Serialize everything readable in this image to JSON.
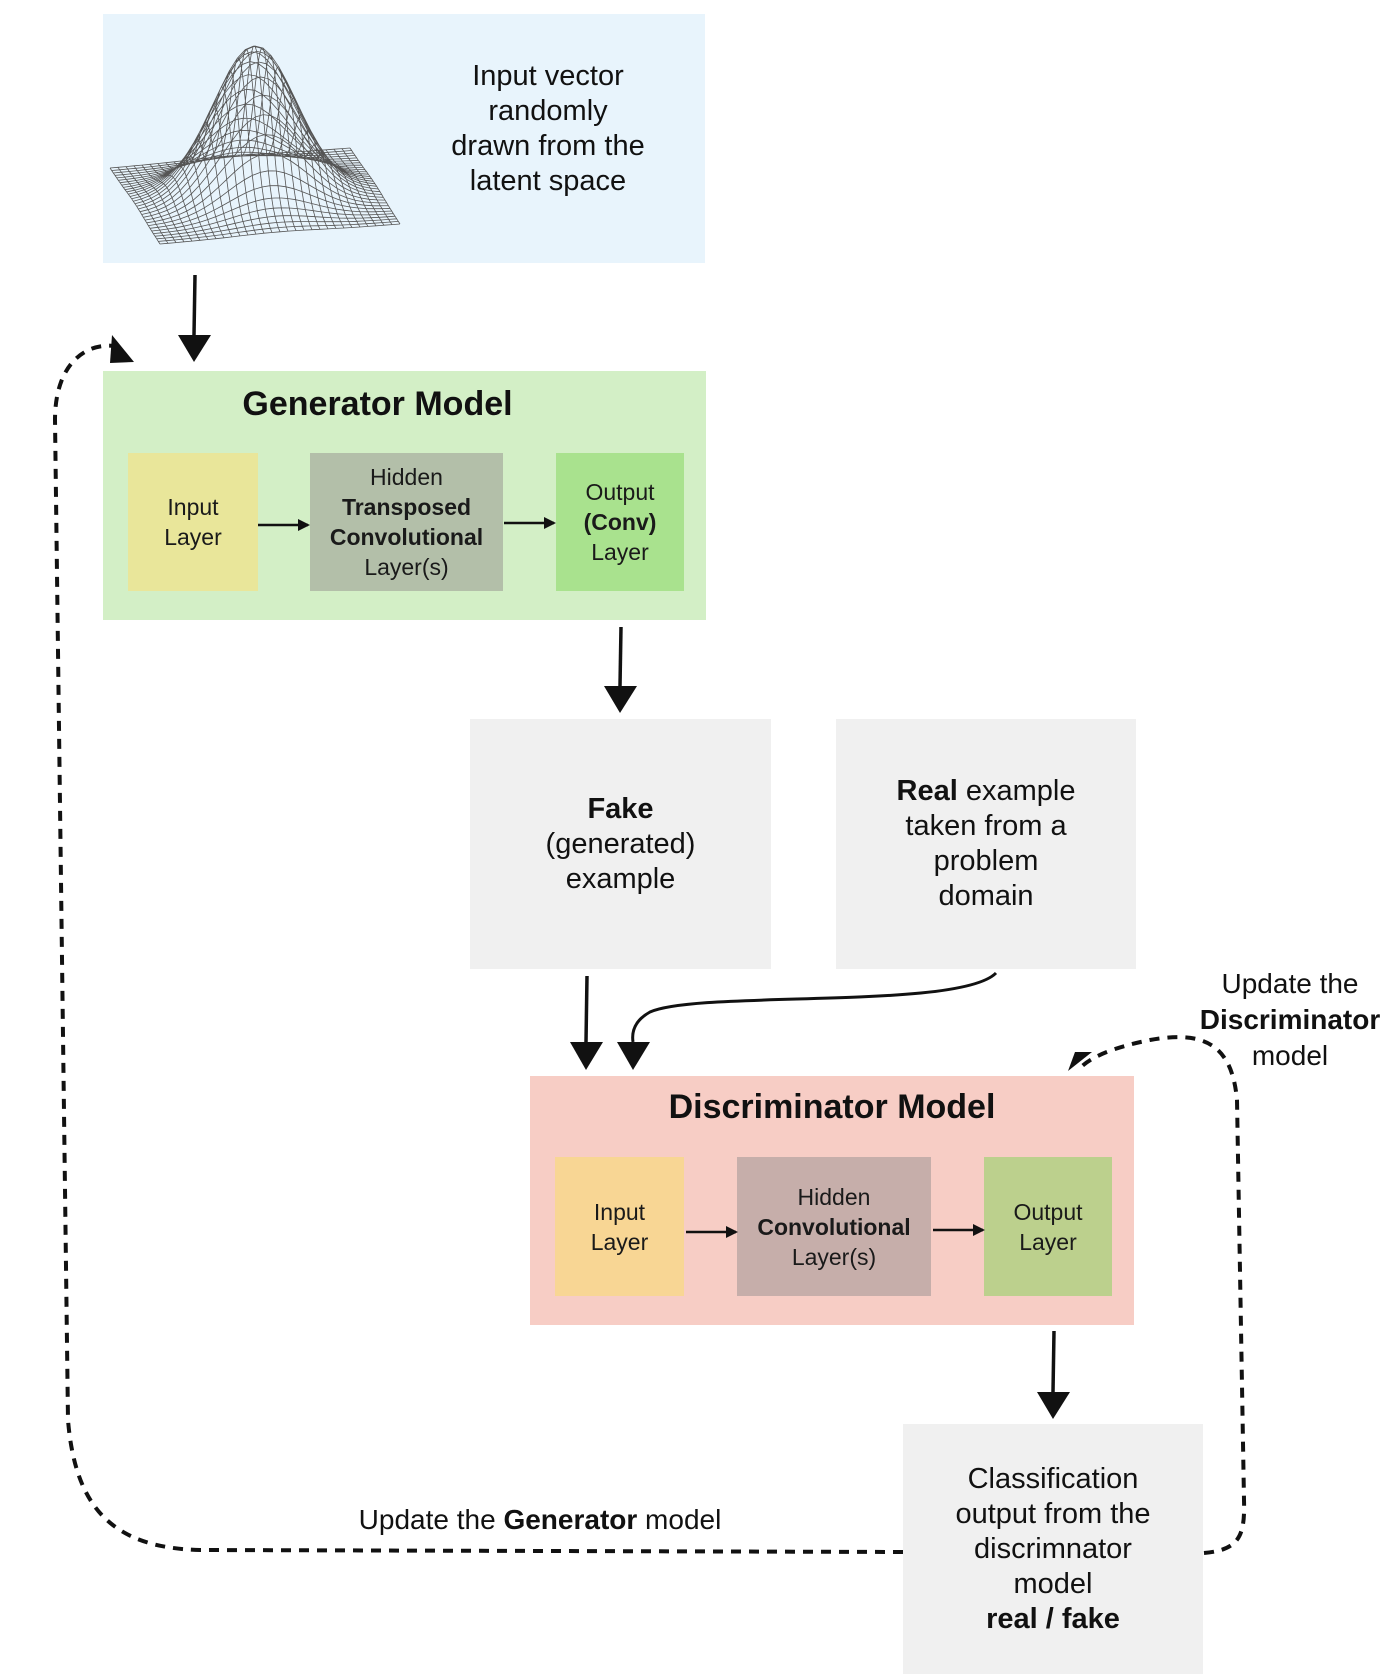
{
  "latent": {
    "line1": "Input vector",
    "line2": "randomly",
    "line3": "drawn from the",
    "line4": "latent space"
  },
  "generator": {
    "title": "Generator Model",
    "input_layer": {
      "line1": "Input",
      "line2": "Layer"
    },
    "hidden_layer": {
      "line1": "Hidden",
      "line2": "Transposed",
      "line3": "Convolutional",
      "line4": "Layer(s)"
    },
    "output_layer": {
      "line1": "Output",
      "line2": "(Conv)",
      "line3": "Layer"
    }
  },
  "fake_example": {
    "line1": "Fake",
    "line2": "(generated)",
    "line3": "example"
  },
  "real_example": {
    "bold": "Real",
    "line1_rest": " example",
    "line2": "taken from a",
    "line3": "problem",
    "line4": "domain"
  },
  "discriminator": {
    "title": "Discriminator Model",
    "input_layer": {
      "line1": "Input",
      "line2": "Layer"
    },
    "hidden_layer": {
      "line1": "Hidden",
      "line2": "Convolutional",
      "line3": "Layer(s)"
    },
    "output_layer": {
      "line1": "Output",
      "line2": "Layer"
    }
  },
  "classification": {
    "line1": "Classification",
    "line2": "output from the",
    "line3": "discrimnator",
    "line4": "model",
    "line5": "real / fake"
  },
  "update_discriminator": {
    "line1": "Update the",
    "line2": "Discriminator",
    "line3": "model"
  },
  "update_generator": {
    "prefix": "Update the ",
    "bold": "Generator",
    "suffix": " model"
  },
  "colors": {
    "latent_bg": "#e8f4fc",
    "generator_bg": "#d3efc6",
    "gen_input": "#e9e69a",
    "gen_hidden": "#b3bfa9",
    "gen_output": "#a9e28e",
    "example_bg": "#f0f0f0",
    "discriminator_bg": "#f7cdc5",
    "disc_input": "#f8d694",
    "disc_hidden": "#c6aeaa",
    "disc_output": "#bcd08d"
  }
}
